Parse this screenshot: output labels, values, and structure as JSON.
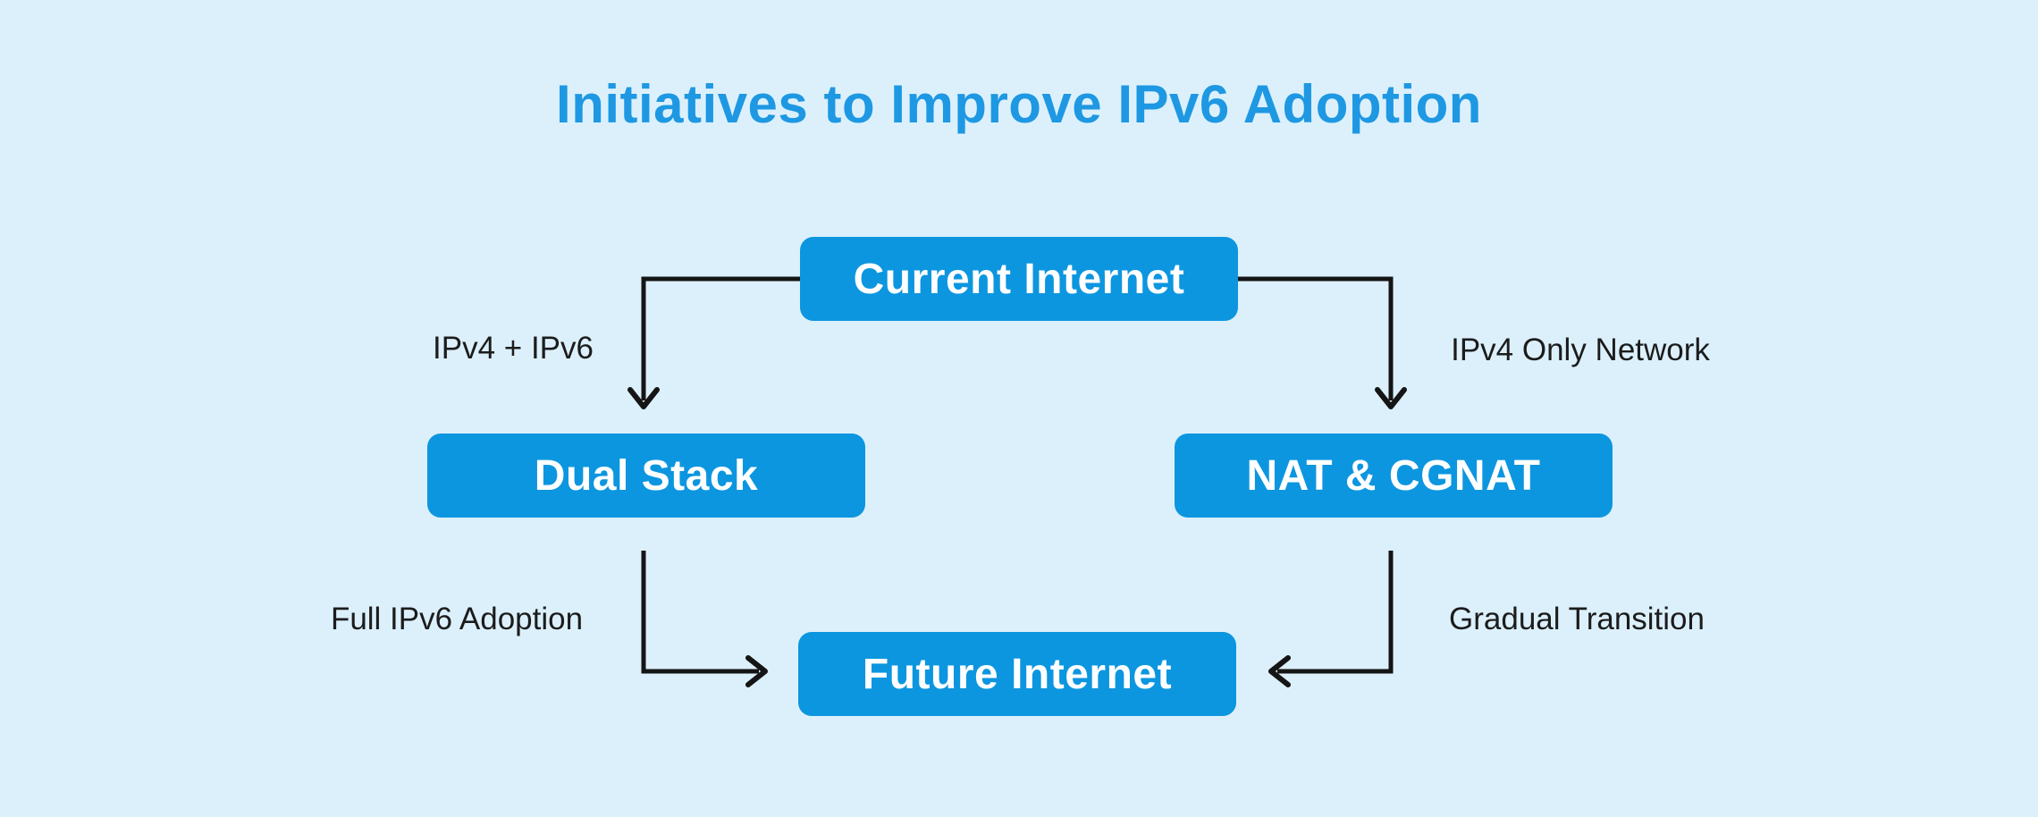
{
  "title": {
    "text": "Initiatives to Improve IPv6 Adoption"
  },
  "colors": {
    "background": "#DCF0FC",
    "node_fill": "#0C96E0",
    "node_text": "#FFFFFF",
    "title_color": "#1E98E2",
    "arrow_color": "#151515",
    "label_color": "#1C1C1C"
  },
  "nodes": [
    {
      "id": "current-internet",
      "label": "Current Internet"
    },
    {
      "id": "dual-stack",
      "label": "Dual Stack"
    },
    {
      "id": "nat-cgnat",
      "label": "NAT & CGNAT"
    },
    {
      "id": "future-internet",
      "label": "Future Internet"
    }
  ],
  "edges": [
    {
      "from": "current-internet",
      "to": "dual-stack",
      "label": "IPv4 + IPv6"
    },
    {
      "from": "current-internet",
      "to": "nat-cgnat",
      "label": "IPv4 Only Network"
    },
    {
      "from": "dual-stack",
      "to": "future-internet",
      "label": "Full IPv6 Adoption"
    },
    {
      "from": "nat-cgnat",
      "to": "future-internet",
      "label": "Gradual Transition"
    }
  ]
}
